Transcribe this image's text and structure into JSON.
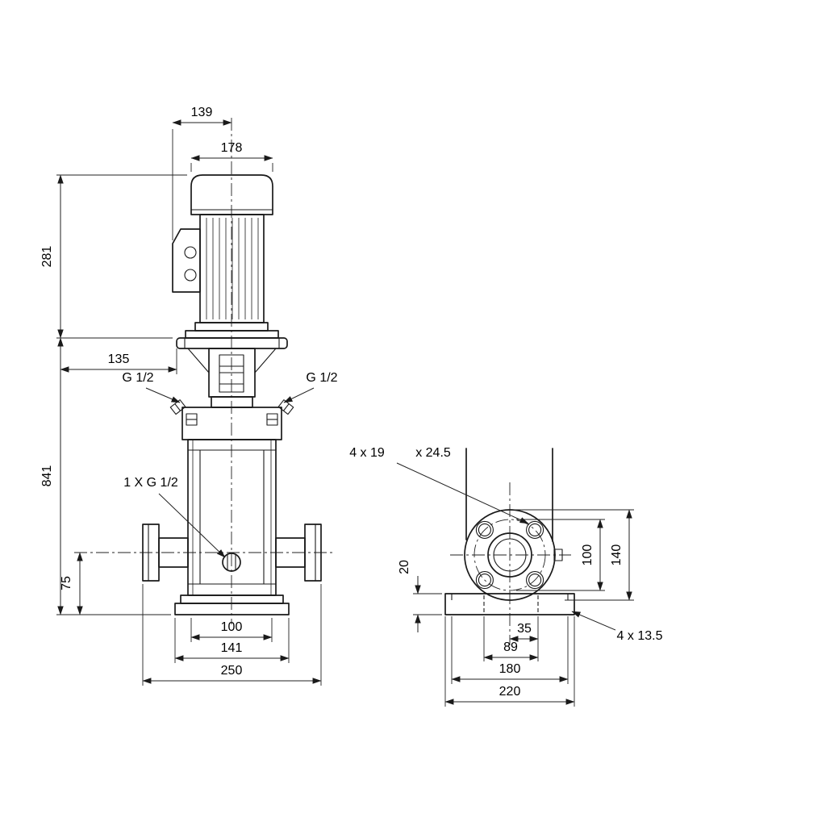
{
  "drawing": {
    "front_view": {
      "dims": {
        "motor_top_width": "139",
        "motor_width": "178",
        "motor_height": "281",
        "flange_offset": "135",
        "total_height": "841",
        "gauge_port_left": "G 1/2",
        "gauge_port_right": "G 1/2",
        "drain_port": "1 X G 1/2",
        "port_height": "75",
        "anchor_spacing": "100",
        "base_width": "141",
        "flange_to_flange": "250"
      }
    },
    "side_view": {
      "dims": {
        "flange_holes": "4 x 19",
        "flange_counterbore": "x 24.5",
        "base_thickness": "20",
        "bolt_circle_diameter": "100",
        "flange_outer_diameter": "140",
        "anchor_offset": "35",
        "anchor_pair_spacing": "89",
        "anchor_spacing_length": "180",
        "base_length": "220",
        "base_holes": "4 x 13.5"
      }
    }
  }
}
